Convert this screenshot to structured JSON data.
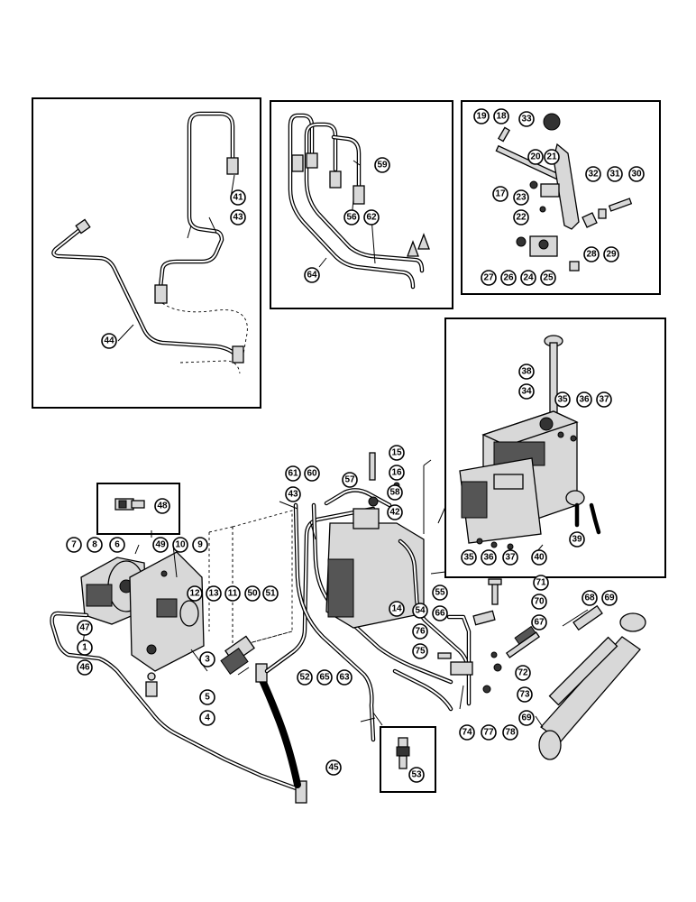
{
  "callouts": {
    "c1": "1",
    "c3": "3",
    "c4": "4",
    "c5": "5",
    "c6": "6",
    "c7": "7",
    "c8": "8",
    "c9": "9",
    "c10": "10",
    "c11": "11",
    "c12": "12",
    "c13": "13",
    "c14": "14",
    "c15": "15",
    "c16": "16",
    "c17": "17",
    "c18": "18",
    "c19": "19",
    "c20": "20",
    "c21": "21",
    "c22": "22",
    "c23": "23",
    "c24": "24",
    "c25": "25",
    "c26": "26",
    "c27": "27",
    "c28": "28",
    "c29": "29",
    "c30": "30",
    "c31": "31",
    "c32": "32",
    "c33": "33",
    "c34": "34",
    "c35a": "35",
    "c35b": "35",
    "c36a": "36",
    "c36b": "36",
    "c37a": "37",
    "c37b": "37",
    "c38": "38",
    "c39": "39",
    "c40": "40",
    "c41": "41",
    "c42": "42",
    "c43a": "43",
    "c43b": "43",
    "c44": "44",
    "c45": "45",
    "c46": "46",
    "c47": "47",
    "c48": "48",
    "c49": "49",
    "c50": "50",
    "c51": "51",
    "c52": "52",
    "c53": "53",
    "c54": "54",
    "c55": "55",
    "c56": "56",
    "c57": "57",
    "c58": "58",
    "c59": "59",
    "c60": "60",
    "c61": "61",
    "c62": "62",
    "c63": "63",
    "c64": "64",
    "c65": "65",
    "c66": "66",
    "c67": "67",
    "c68": "68",
    "c69a": "69",
    "c69b": "69",
    "c70": "70",
    "c71": "71",
    "c72": "72",
    "c73": "73",
    "c74": "74",
    "c75": "75",
    "c76": "76",
    "c77": "77",
    "c78": "78"
  }
}
